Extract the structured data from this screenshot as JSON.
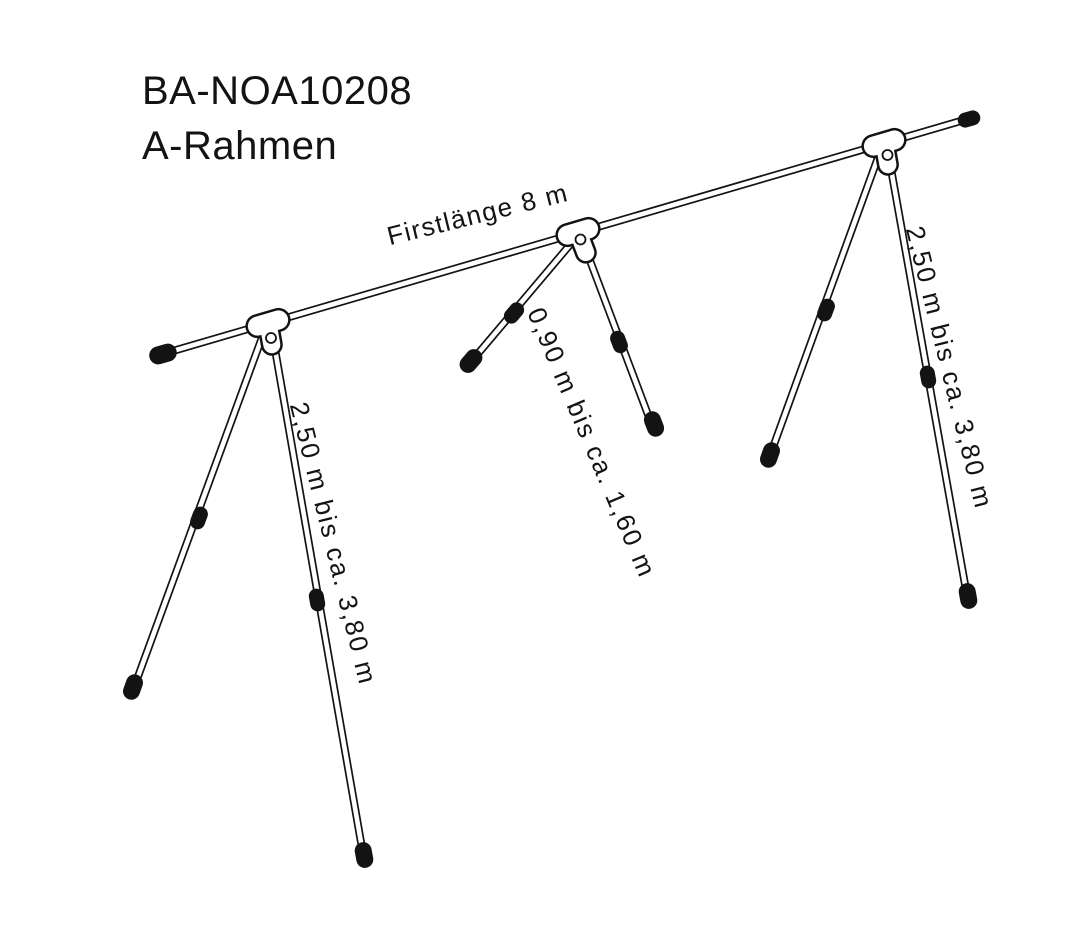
{
  "diagram": {
    "title_line1": "BA-NOA10208",
    "title_line2": "A-Rahmen",
    "ridge_label": "Firstlänge 8 m",
    "left_leg_label": "2,50 m bis ca. 3,80 m",
    "middle_leg_label": "0,90 m bis ca. 1,60 m",
    "right_leg_label": "2,50 m bis ca. 3,80 m",
    "colors": {
      "line": "#131313",
      "background": "#ffffff"
    }
  }
}
